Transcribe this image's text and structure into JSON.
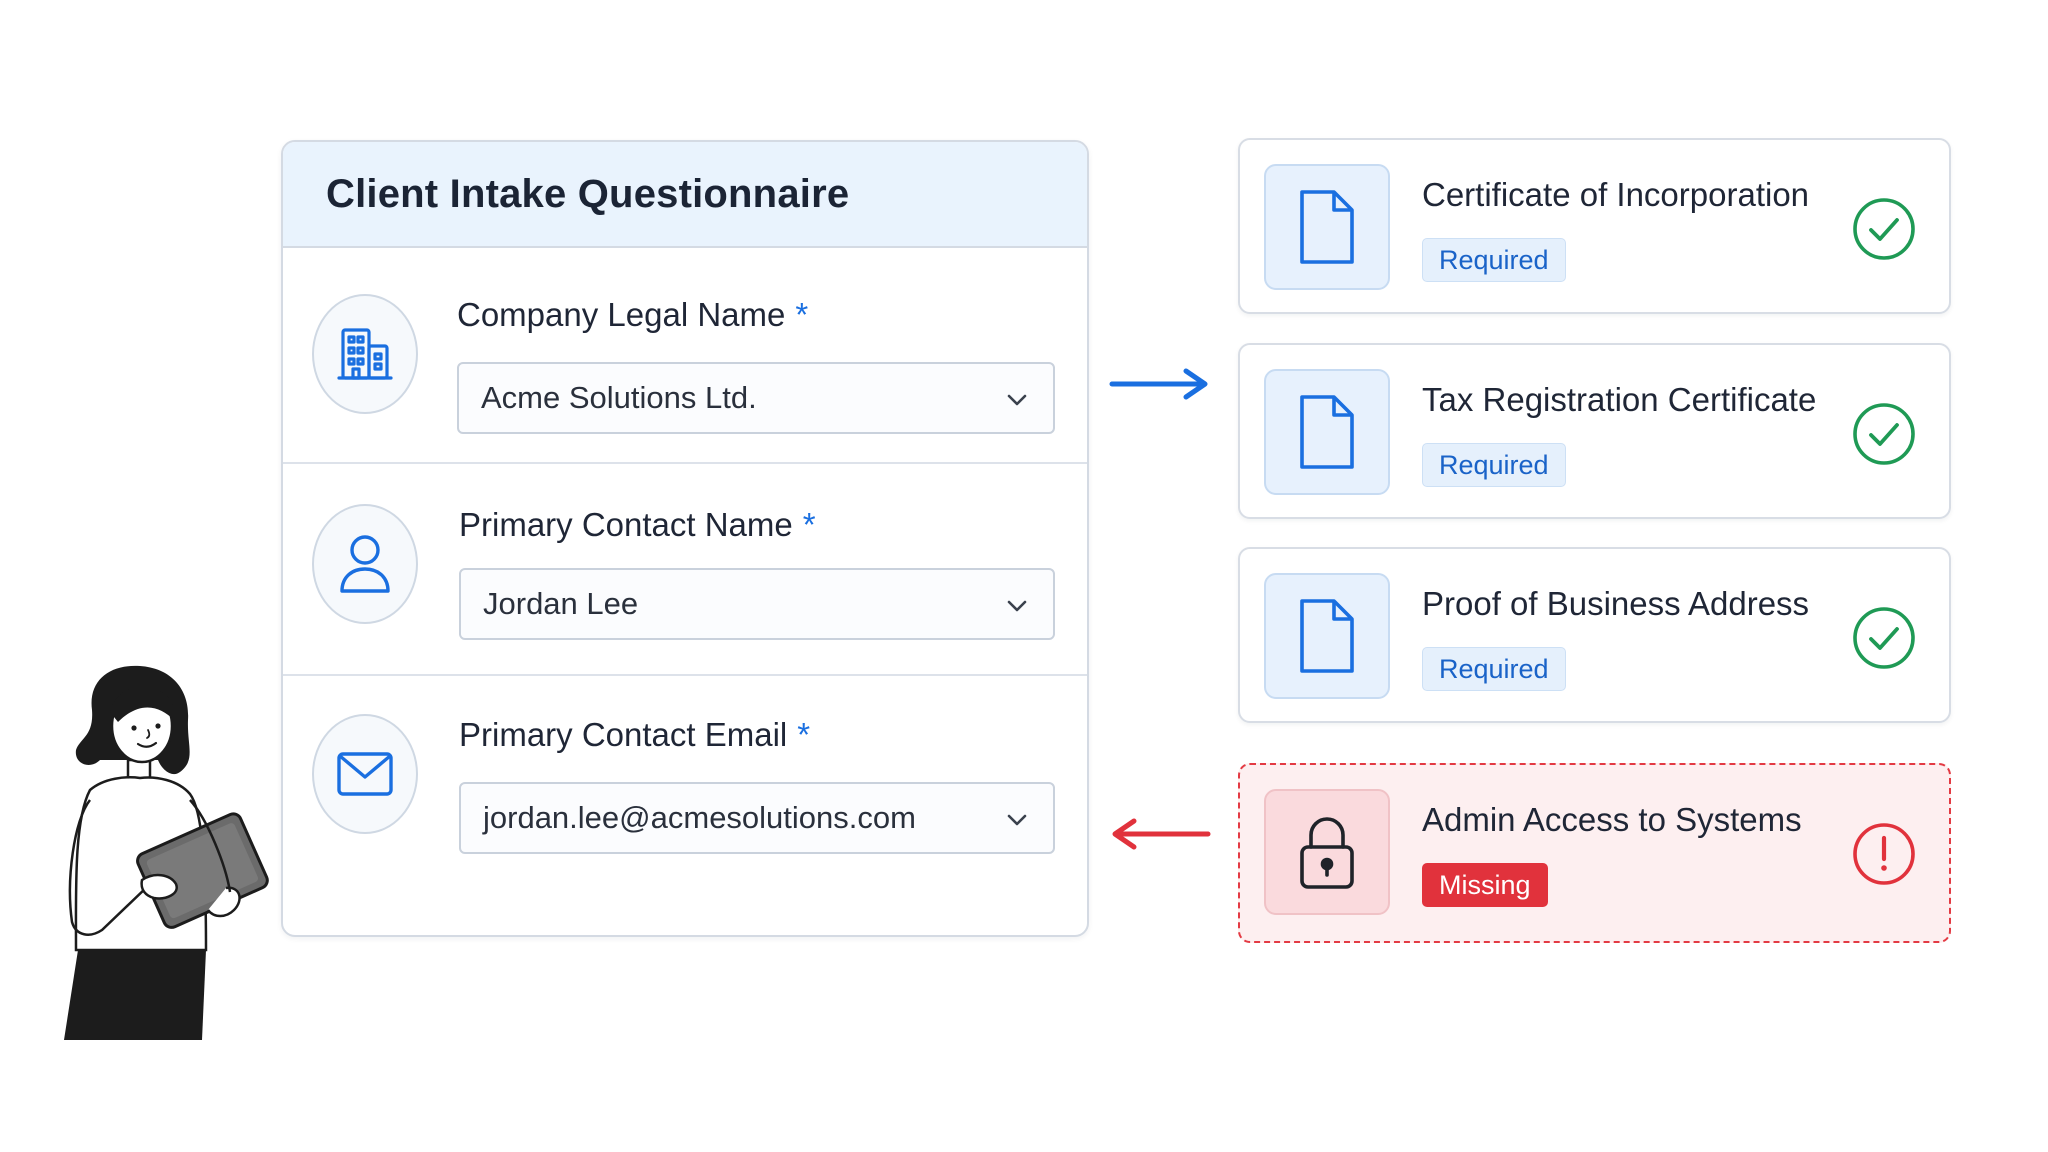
{
  "form": {
    "title": "Client Intake Questionnaire",
    "required_marker": "*",
    "fields": [
      {
        "label": "Company Legal Name",
        "value": "Acme Solutions Ltd.",
        "icon": "building-icon"
      },
      {
        "label": "Primary Contact Name",
        "value": "Jordan Lee",
        "icon": "user-icon"
      },
      {
        "label": "Primary Contact Email",
        "value": "jordan.lee@acmesolutions.com",
        "icon": "envelope-icon"
      }
    ]
  },
  "documents": [
    {
      "title": "Certificate of Incorporation",
      "badge": "Required",
      "status": "complete",
      "icon": "document-icon",
      "status_icon": "check-circle-icon"
    },
    {
      "title": "Tax Registration Certificate",
      "badge": "Required",
      "status": "complete",
      "icon": "document-icon",
      "status_icon": "check-circle-icon"
    },
    {
      "title": "Proof of Business Address",
      "badge": "Required",
      "status": "complete",
      "icon": "document-icon",
      "status_icon": "check-circle-icon"
    },
    {
      "title": "Admin Access to Systems",
      "badge": "Missing",
      "status": "missing",
      "icon": "lock-icon",
      "status_icon": "alert-circle-icon"
    }
  ],
  "colors": {
    "accent_blue": "#1a6fe0",
    "success_green": "#1f9a55",
    "error_red": "#e1323c",
    "header_bg": "#e9f3fd"
  }
}
